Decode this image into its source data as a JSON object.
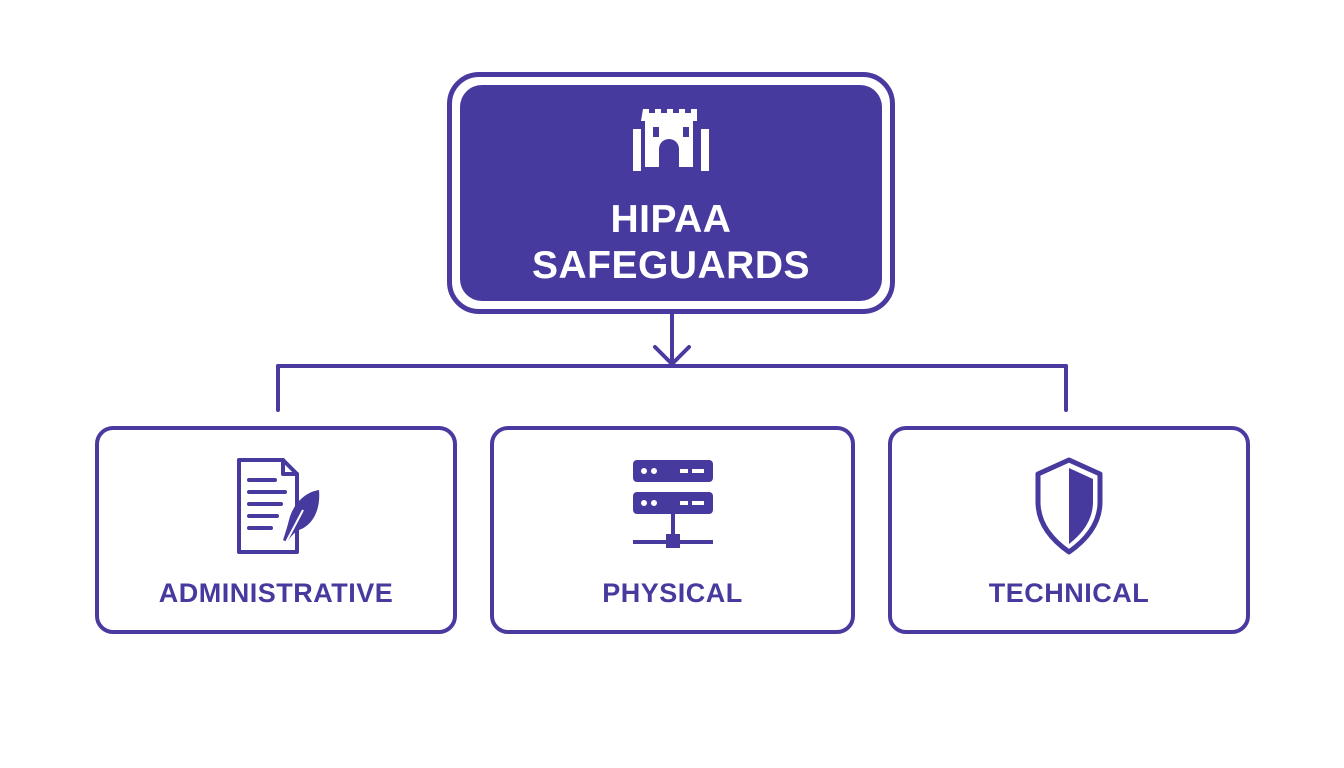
{
  "root": {
    "title_line1": "HIPAA",
    "title_line2": "SAFEGUARDS",
    "icon": "castle-icon"
  },
  "children": [
    {
      "label": "ADMINISTRATIVE",
      "icon": "document-quill-icon"
    },
    {
      "label": "PHYSICAL",
      "icon": "server-icon"
    },
    {
      "label": "TECHNICAL",
      "icon": "shield-icon"
    }
  ],
  "colors": {
    "primary": "#463a9e",
    "border": "#4a3aa0",
    "background": "#ffffff"
  }
}
